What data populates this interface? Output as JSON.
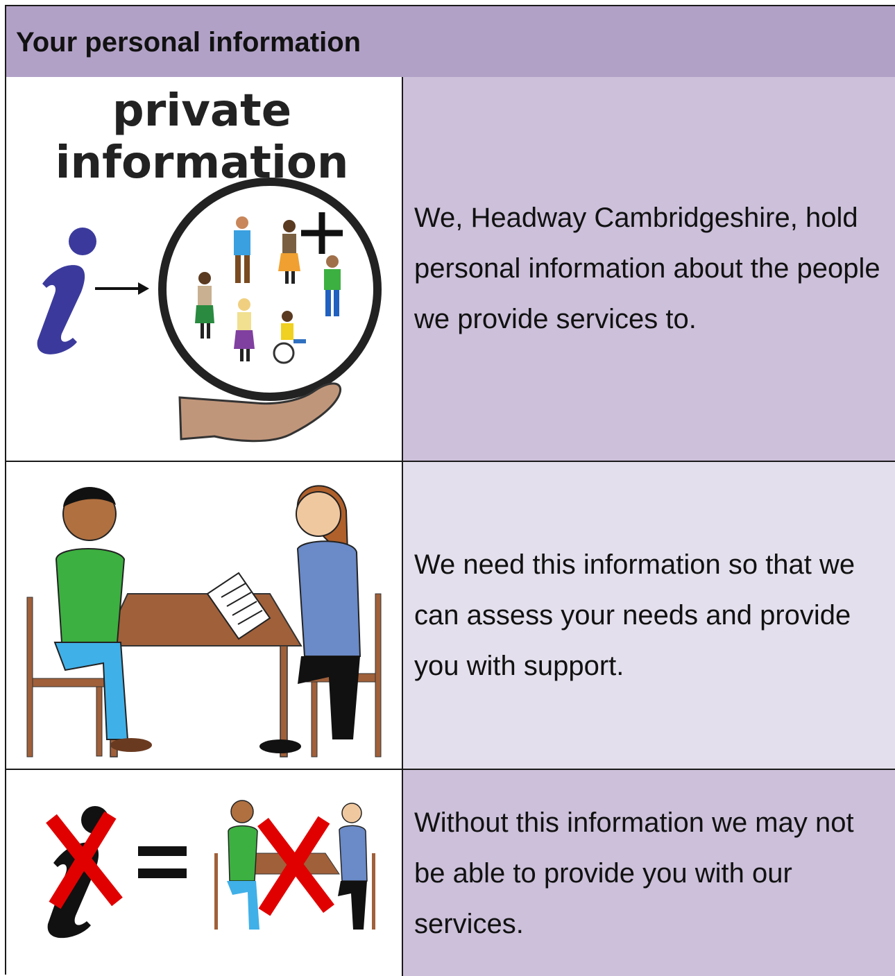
{
  "header": {
    "title": "Your personal information"
  },
  "rows": [
    {
      "text": "We, Headway Cambridgeshire, hold personal information about the people we provide services to.",
      "picture": {
        "caption_line1": "private",
        "caption_line2": "information"
      }
    },
    {
      "text": "We need this information so that we can assess your needs and provide you with support."
    },
    {
      "text": "Without this information we may not be able to provide you with our services."
    }
  ]
}
